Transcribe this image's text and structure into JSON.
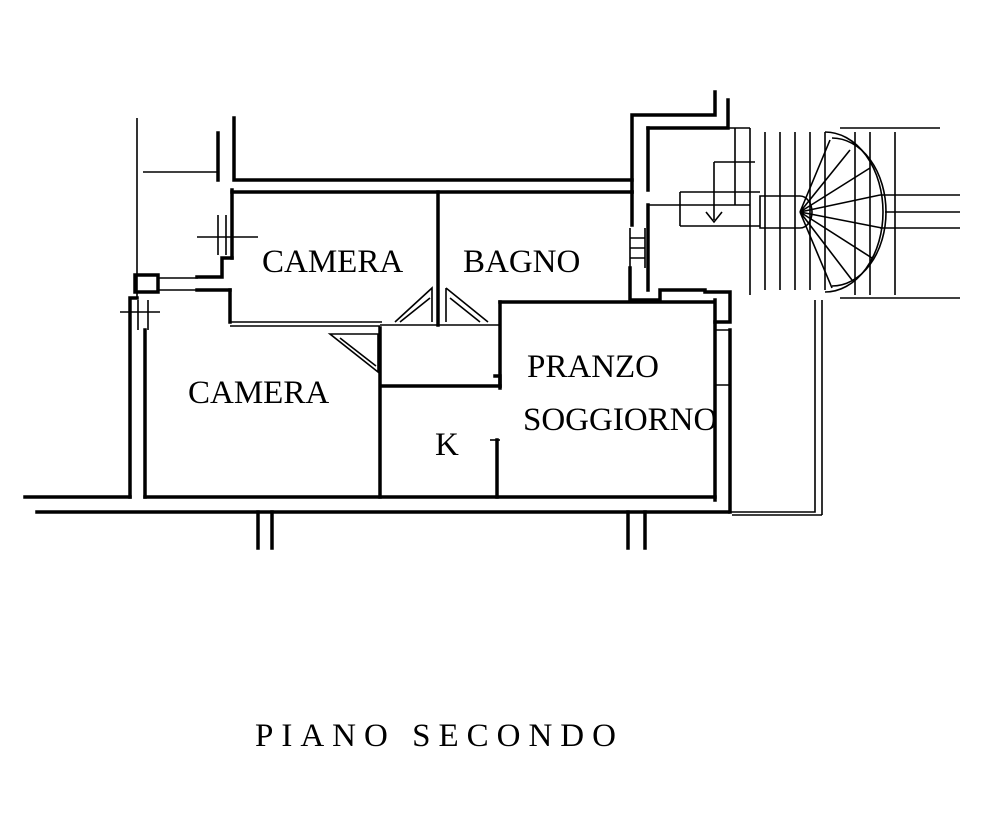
{
  "plan": {
    "title": "PIANO SECONDO",
    "rooms": {
      "camera_top": "CAMERA",
      "bagno": "BAGNO",
      "camera_left": "CAMERA",
      "pranzo": "PRANZO",
      "soggiorno": "SOGGIORNO",
      "kitchen": "K"
    }
  }
}
